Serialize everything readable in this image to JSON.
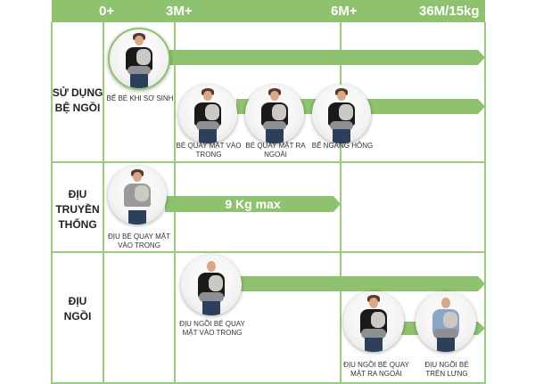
{
  "header": {
    "ages": [
      "0+",
      "3M+",
      "6M+",
      "36M/15kg"
    ]
  },
  "rows": [
    {
      "label_lines": [
        "SỬ DỤNG",
        "BỆ NGỒI"
      ],
      "captions": [
        [
          "BẾ BÉ KHI SƠ SINH"
        ],
        [
          "BÉ QUAY MẶT VÀO",
          "TRONG"
        ],
        [
          "BÉ QUAY MẶT RA",
          "NGOÀI"
        ],
        [
          "BẾ NGANG HÔNG"
        ]
      ]
    },
    {
      "label_lines": [
        "ĐỊU",
        "TRUYỀN",
        "THỐNG"
      ],
      "captions": [
        [
          "ĐỊU BÉ QUAY MẶT",
          "VÀO TRONG"
        ]
      ],
      "arrow_label": "9 Kg max"
    },
    {
      "label_lines": [
        "ĐỊU",
        "NGỒI"
      ],
      "captions": [
        [
          "ĐỊU NGỒI BÉ QUAY",
          "MẶT VÀO TRONG"
        ],
        [
          "ĐỊU NGỒI BÉ QUAY",
          "MẶT RA NGOÀI"
        ],
        [
          "ĐỊU NGỒI BÉ",
          "TRÊN LƯNG"
        ]
      ]
    }
  ],
  "colors": {
    "accent": "#8fc26f"
  }
}
